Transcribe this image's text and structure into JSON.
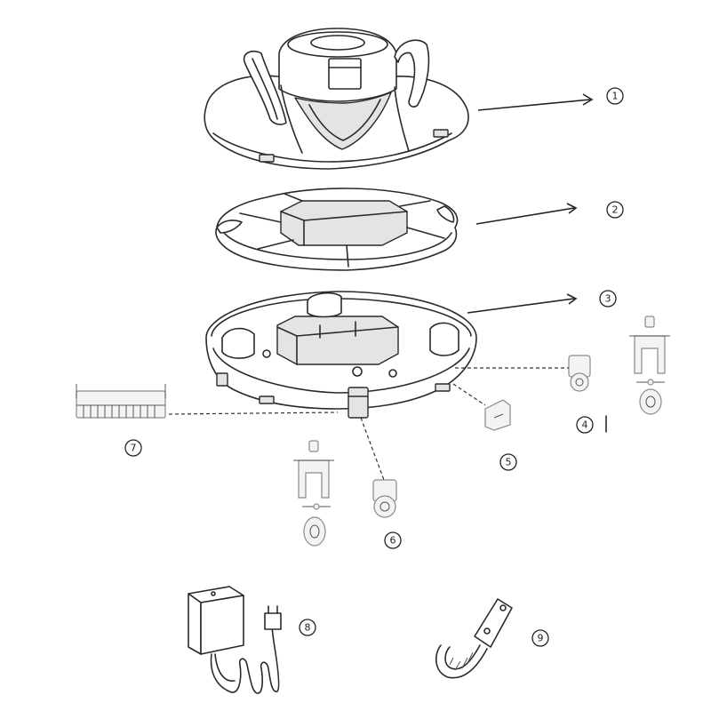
{
  "callouts": [
    {
      "id": "1",
      "label": "1"
    },
    {
      "id": "2",
      "label": "2"
    },
    {
      "id": "3",
      "label": "3"
    },
    {
      "id": "4",
      "label": "4"
    },
    {
      "id": "5",
      "label": "5"
    },
    {
      "id": "6",
      "label": "6"
    },
    {
      "id": "7",
      "label": "7"
    },
    {
      "id": "8",
      "label": "8"
    },
    {
      "id": "9",
      "label": "9"
    }
  ],
  "colors": {
    "line": "#2a2a2a",
    "background": "#ffffff",
    "shade": "#e4e4e4"
  },
  "parts": [
    {
      "id": "top-cover-icon"
    },
    {
      "id": "filter-tray-icon"
    },
    {
      "id": "base-housing-icon"
    },
    {
      "id": "wheel-assembly-icon"
    },
    {
      "id": "clip-icon"
    },
    {
      "id": "caster-wheel-icon"
    },
    {
      "id": "brush-strip-icon"
    },
    {
      "id": "charger-icon"
    },
    {
      "id": "hook-icon"
    }
  ]
}
